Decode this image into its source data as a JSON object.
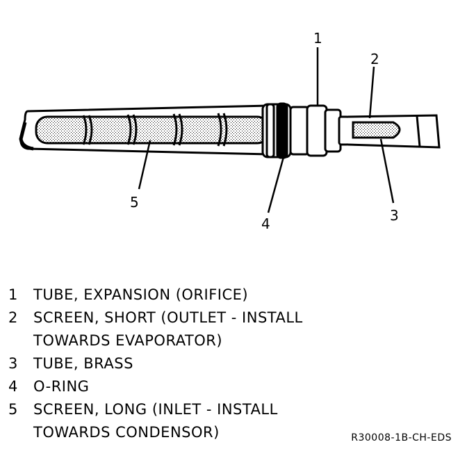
{
  "callouts": [
    "1",
    "2",
    "3",
    "4",
    "5"
  ],
  "legend": [
    {
      "num": "1",
      "line1": "TUBE, EXPANSION (ORIFICE)",
      "line2": ""
    },
    {
      "num": "2",
      "line1": "SCREEN, SHORT (OUTLET - INSTALL",
      "line2": "TOWARDS EVAPORATOR)"
    },
    {
      "num": "3",
      "line1": "TUBE, BRASS",
      "line2": ""
    },
    {
      "num": "4",
      "line1": "O-RING",
      "line2": ""
    },
    {
      "num": "5",
      "line1": "SCREEN, LONG (INLET - INSTALL",
      "line2": "TOWARDS CONDENSOR)"
    }
  ],
  "figure_id": "R30008-1B-CH-EDS"
}
